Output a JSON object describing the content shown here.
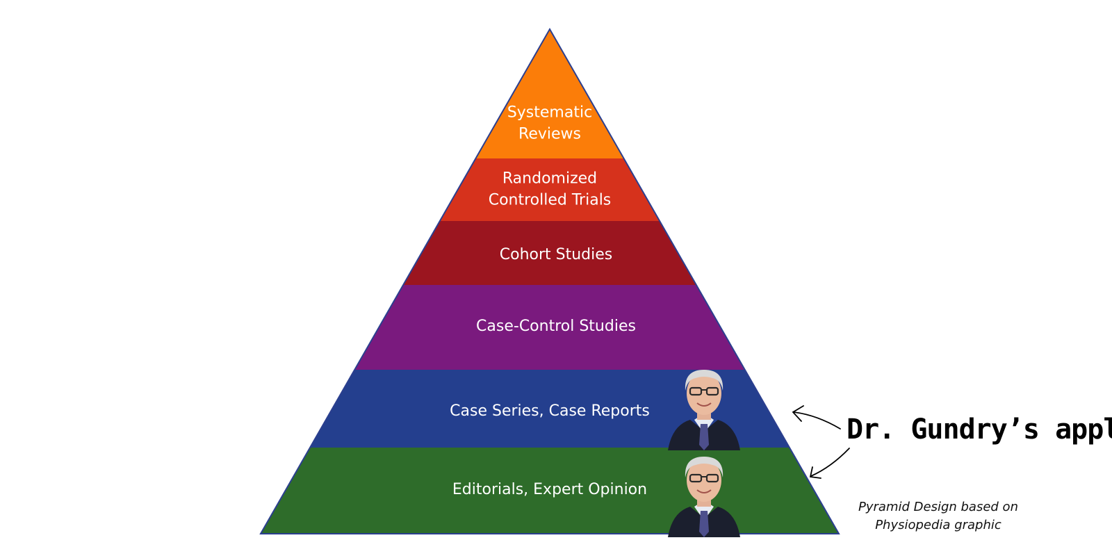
{
  "pyramid": {
    "tiers": [
      {
        "lines": [
          "Systematic",
          "Reviews"
        ],
        "color": "#FB7D09"
      },
      {
        "lines": [
          "Randomized",
          "Controlled Trials"
        ],
        "color": "#D6321C"
      },
      {
        "lines": [
          "Cohort Studies"
        ],
        "color": "#9B151F"
      },
      {
        "lines": [
          "Case-Control Studies"
        ],
        "color": "#7A1A7E"
      },
      {
        "lines": [
          "Case Series, Case Reports"
        ],
        "color": "#243F8E"
      },
      {
        "lines": [
          "Editorials, Expert Opinion"
        ],
        "color": "#2E6C2A"
      }
    ],
    "outline_color": "#2B3F8F"
  },
  "callout": {
    "text": "Dr. Gundry’s apple claim"
  },
  "credit": {
    "line1": "Pyramid Design based on",
    "line2": "Physiopedia graphic"
  },
  "portrait": {
    "name": "person-portrait"
  }
}
